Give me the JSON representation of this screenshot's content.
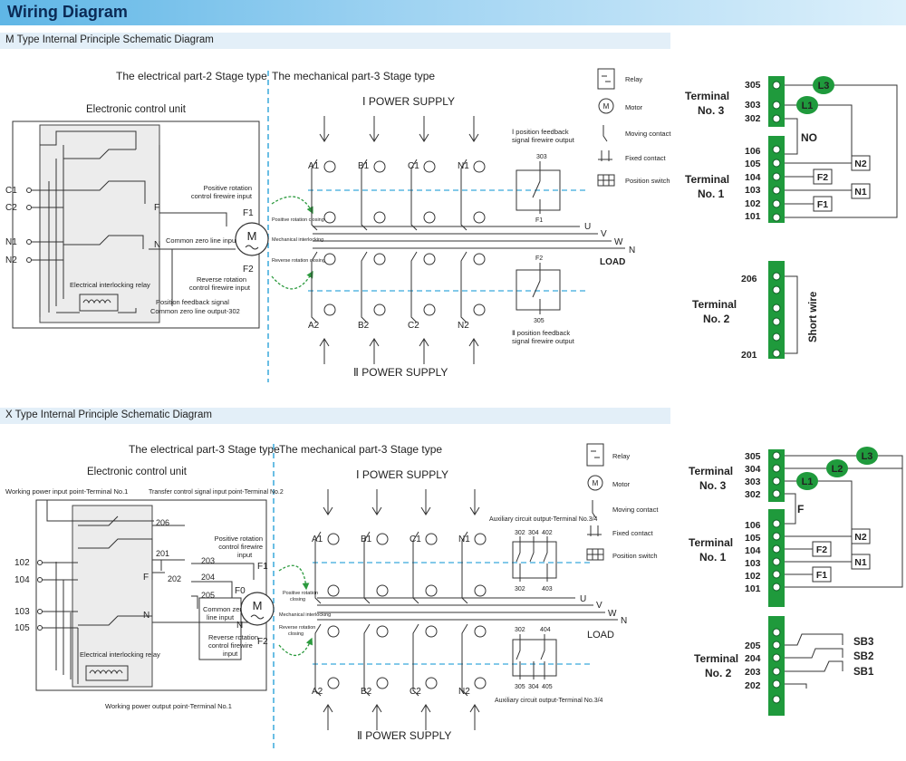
{
  "header": {
    "title": "Wiring Diagram"
  },
  "m_section": {
    "title": "M Type Internal Principle Schematic Diagram",
    "elec_title": "The electrical part-2 Stage type",
    "mech_title": "The mechanical part-3 Stage type",
    "ecu": "Electronic control unit",
    "inputs": [
      "C1",
      "C2",
      "N1",
      "N2"
    ],
    "f_label": "F",
    "n_label": "N",
    "interlock_relay": "Electrical interlocking relay",
    "pos_rot": [
      "Positive rotation",
      "control firewire input"
    ],
    "common_zero": "Common zero line input",
    "rev_rot": [
      "Reverse rotation",
      "control firewire input"
    ],
    "pos_feedback": [
      "Position feedback signal",
      "Common zero line output-302"
    ],
    "motor": "M",
    "f1": "F1",
    "f2": "F2",
    "pos_closing": "Positive rotation closing",
    "mech_interlock": "Mechanical interlocking",
    "rev_closing": "Reverse rotation closing",
    "power1": "Ⅰ POWER SUPPLY",
    "power2": "Ⅱ POWER SUPPLY",
    "top_labels": [
      "A1",
      "B1",
      "C1",
      "N1"
    ],
    "bot_labels": [
      "A2",
      "B2",
      "C2",
      "N2"
    ],
    "uvwn": [
      "U",
      "V",
      "W",
      "N"
    ],
    "load": "LOAD",
    "sw1_top": "303",
    "sw1_bot": "F1",
    "sw1_text": [
      "Ⅰ position feedback",
      "signal firewire output"
    ],
    "sw2_top": "F2",
    "sw2_bot": "305",
    "sw2_text": [
      "Ⅱ position feedback",
      "signal firewire output"
    ],
    "legend": [
      "Relay",
      "Motor",
      "Moving contact",
      "Fixed contact",
      "Position switch"
    ]
  },
  "m_terminals": {
    "t3_label": [
      "Terminal",
      "No. 3"
    ],
    "t3_numbers": [
      "305",
      "303",
      "302"
    ],
    "t1_label": [
      "Terminal",
      "No. 1"
    ],
    "t1_numbers": [
      "106",
      "105",
      "104",
      "103",
      "102",
      "101"
    ],
    "t2_label": [
      "Terminal",
      "No. 2"
    ],
    "t2_top": "206",
    "t2_bottom": "201",
    "l3": "L3",
    "l1": "L1",
    "no": "NO",
    "boxes": [
      "N2",
      "F2",
      "N1",
      "F1"
    ],
    "short_wire": "Short wire"
  },
  "x_section": {
    "title": "X Type Internal Principle Schematic Diagram",
    "elec_title": "The electrical part-3 Stage type",
    "mech_title": "The mechanical part-3 Stage type",
    "ecu": "Electronic control unit",
    "work_in": "Working power input point-Terminal No.1",
    "transfer": "Transfer control signal input point-Terminal No.2",
    "inputs": [
      "102",
      "104",
      "103",
      "105"
    ],
    "t206": "206",
    "t201": "201",
    "t202": "202",
    "t203": "203",
    "t204": "204",
    "t205": "205",
    "f_label": "F",
    "n_label": "N",
    "pos_rot": [
      "Positive rotation",
      "control firewire",
      "input"
    ],
    "common_zero": [
      "Common zero",
      "line input"
    ],
    "rev_rot": [
      "Reverse rotation",
      "control firewire",
      "input"
    ],
    "f0": "F0",
    "f1": "F1",
    "f2": "F2",
    "motor": "M",
    "n2": "N",
    "interlock_relay": "Electrical interlocking relay",
    "work_out": "Working power output point-Terminal No.1",
    "pos_closing": [
      "Positive rotation",
      "closing"
    ],
    "mech_interlock": "Mechanical interlocking",
    "rev_closing": [
      "Reverse rotation",
      "closing"
    ],
    "power1": "Ⅰ POWER SUPPLY",
    "power2": "Ⅱ POWER SUPPLY",
    "top_labels": [
      "A1",
      "B1",
      "C1",
      "N1"
    ],
    "bot_labels": [
      "A2",
      "B2",
      "C2",
      "N2"
    ],
    "uvwn": [
      "U",
      "V",
      "W",
      "N"
    ],
    "load": "LOAD",
    "aux_text": "Auxiliary circuit output-Terminal No.3/4",
    "aux1_top": [
      "302",
      "304",
      "402"
    ],
    "aux1_bot": [
      "302",
      "403"
    ],
    "aux2_top": [
      "302",
      "404"
    ],
    "aux2_bot": [
      "305",
      "304",
      "405"
    ],
    "aux_text2": "Auxiliary circuit output-Terminal No.3/4",
    "legend": [
      "Relay",
      "Motor",
      "Moving contact",
      "Fixed contact",
      "Position switch"
    ]
  },
  "x_terminals": {
    "t3_label": [
      "Terminal",
      "No. 3"
    ],
    "t3_numbers": [
      "305",
      "304",
      "303",
      "302"
    ],
    "t1_label": [
      "Terminal",
      "No. 1"
    ],
    "t1_numbers": [
      "106",
      "105",
      "104",
      "103",
      "102",
      "101"
    ],
    "t2_label": [
      "Terminal",
      "No. 2"
    ],
    "t2_numbers": [
      "205",
      "204",
      "203",
      "202"
    ],
    "l3": "L3",
    "l2": "L2",
    "l1": "L1",
    "f": "F",
    "boxes": [
      "N2",
      "F2",
      "N1",
      "F1"
    ],
    "sb": [
      "SB3",
      "SB2",
      "SB1"
    ]
  },
  "colors": {
    "terminal_green": "#1f9a3c",
    "dashed_blue": "#39a9dc",
    "arrow_green": "#2c9a3e",
    "panel_gray": "#ececec"
  }
}
